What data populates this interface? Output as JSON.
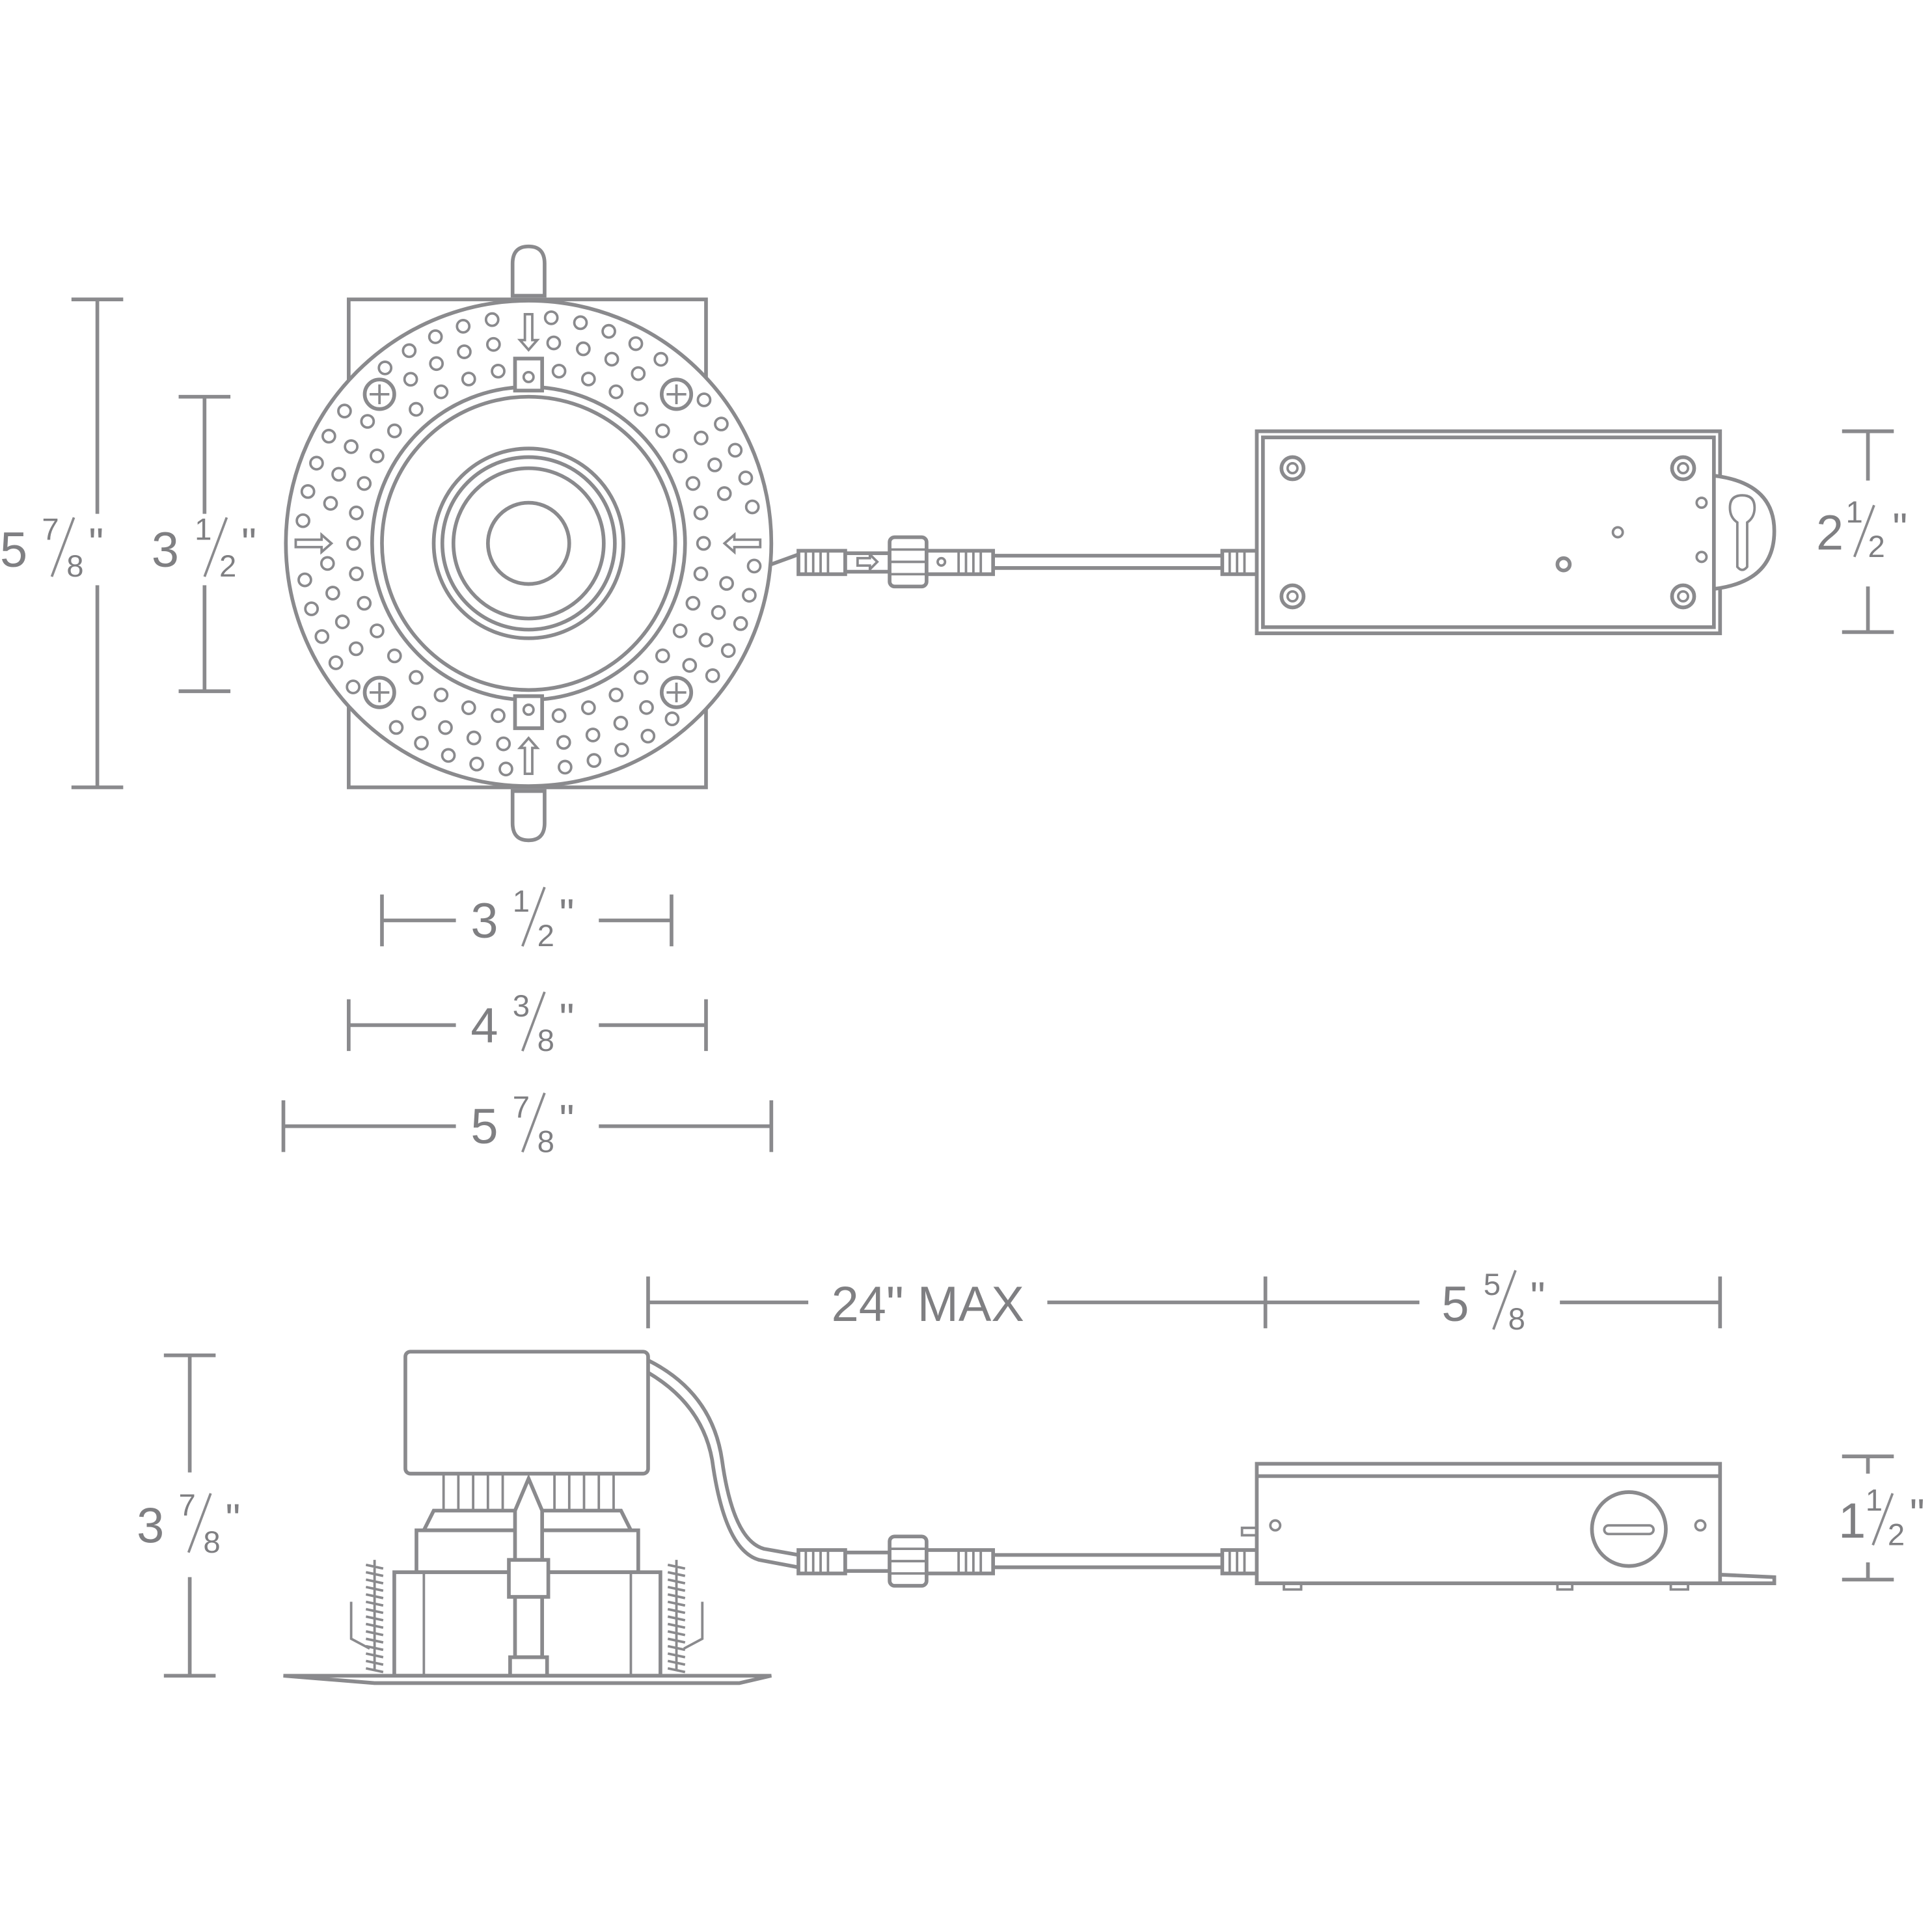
{
  "colors": {
    "line": "#8a8a8d",
    "text": "#7f7f82",
    "background": "#ffffff"
  },
  "dimensions": {
    "top_total_height": {
      "whole": "5",
      "num": "7",
      "den": "8",
      "unit": "\""
    },
    "top_trim_height": {
      "whole": "3",
      "num": "1",
      "den": "2",
      "unit": "\""
    },
    "driver_width": {
      "whole": "2",
      "num": "1",
      "den": "2",
      "unit": "\""
    },
    "aperture_width": {
      "whole": "3",
      "num": "1",
      "den": "2",
      "unit": "\""
    },
    "housing_width": {
      "whole": "4",
      "num": "3",
      "den": "8",
      "unit": "\""
    },
    "flange_width": {
      "whole": "5",
      "num": "7",
      "den": "8",
      "unit": "\""
    },
    "cable_length": {
      "text": "24\" MAX"
    },
    "driver_length": {
      "whole": "5",
      "num": "5",
      "den": "8",
      "unit": "\""
    },
    "side_height": {
      "whole": "3",
      "num": "7",
      "den": "8",
      "unit": "\""
    },
    "driver_height": {
      "whole": "1",
      "num": "1",
      "den": "2",
      "unit": "\""
    }
  }
}
